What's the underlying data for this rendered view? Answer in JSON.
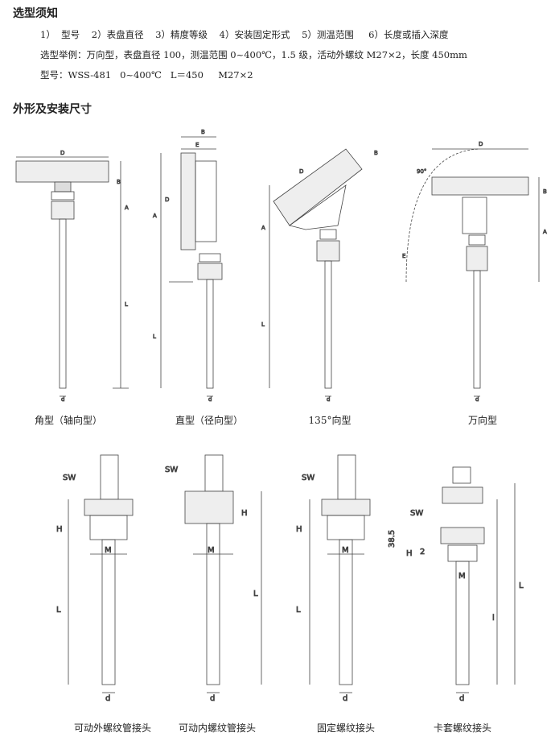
{
  "heading1": "选型须知",
  "items_line": "1）  型号    2）表盘直径    3）精度等级    4）安装固定形式    5）测温范围     6）长度或插入深度",
  "example_line": "选型举例：万向型，表盘直径 100，测温范围 0~400℃，1.5 级，活动外螺纹 M27×2，长度 450mm",
  "model_line": "型号：WSS-481   0~400℃   L＝450     M27×2",
  "heading2": "外形及安装尺寸",
  "top_captions": [
    "角型（轴向型）",
    "直型（径向型）",
    "135°向型",
    "万向型"
  ],
  "bottom_captions": [
    "可动外螺纹管接头",
    "可动内螺纹管接头",
    "固定螺纹接头",
    "卡套螺纹接头"
  ],
  "dims": {
    "D": "D",
    "B": "B",
    "A": "A",
    "L": "L",
    "d": "d",
    "E": "E",
    "angle": "90°",
    "SW": "SW",
    "H": "H",
    "M": "M",
    "h2": "2",
    "v385": "38.5",
    "l": "l"
  }
}
